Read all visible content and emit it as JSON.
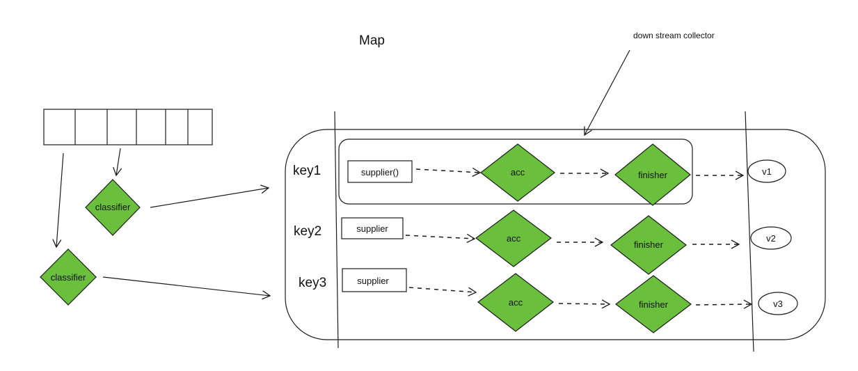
{
  "title": "Map",
  "annotation": "down stream collector",
  "classifiers": [
    "classifier",
    "classifier"
  ],
  "rows": [
    {
      "key": "key1",
      "supplier": "supplier()",
      "acc": "acc",
      "finisher": "finisher",
      "value": "v1"
    },
    {
      "key": "key2",
      "supplier": "supplier",
      "acc": "acc",
      "finisher": "finisher",
      "value": "v2"
    },
    {
      "key": "key3",
      "supplier": "supplier",
      "acc": "acc",
      "finisher": "finisher",
      "value": "v3"
    }
  ],
  "colors": {
    "diamond_fill": "#6abf3c",
    "stroke": "#1a1a1a"
  }
}
